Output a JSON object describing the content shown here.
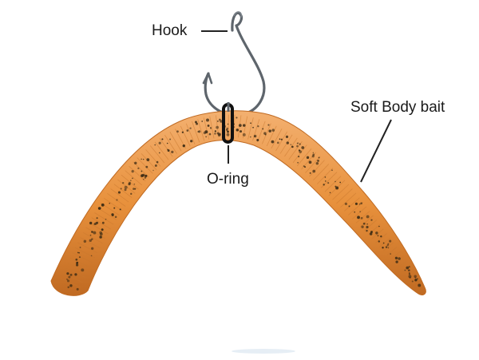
{
  "labels": {
    "hook": "Hook",
    "o_ring": "O-ring",
    "soft_body_bait": "Soft Body bait"
  },
  "colors": {
    "bait_body": "#e8913c",
    "bait_edge": "#c06a22",
    "bait_highlight": "#f3b070",
    "speckle": "#3a2a14",
    "hook_metal": "#5e656c",
    "o_ring": "#111111",
    "leader_line": "#222222"
  },
  "icons": {
    "hook": "fishing-hook-icon",
    "o_ring": "o-ring-icon",
    "bait": "soft-worm-bait-icon"
  }
}
